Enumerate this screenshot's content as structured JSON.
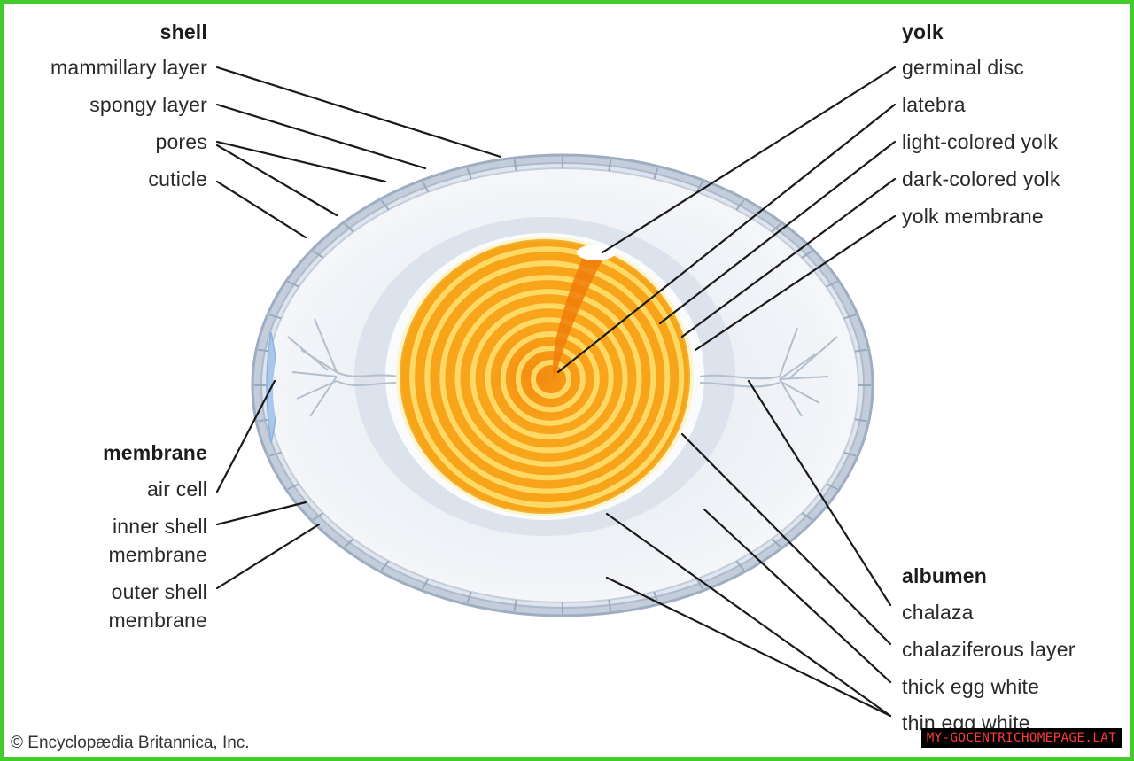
{
  "groups": {
    "shell": {
      "heading": "shell",
      "labels": [
        "mammillary layer",
        "spongy layer",
        "pores",
        "cuticle"
      ]
    },
    "membrane": {
      "heading": "membrane",
      "labels": [
        "air cell",
        "inner shell\nmembrane",
        "outer shell\nmembrane"
      ]
    },
    "yolk": {
      "heading": "yolk",
      "labels": [
        "germinal disc",
        "latebra",
        "light-colored yolk",
        "dark-colored yolk",
        "yolk membrane"
      ]
    },
    "albumen": {
      "heading": "albumen",
      "labels": [
        "chalaza",
        "chalaziferous layer",
        "thick egg white",
        "thin egg white"
      ]
    }
  },
  "credit": "© Encyclopædia Britannica, Inc.",
  "watermark": "MY-GOCENTRICHOMEPAGE.LAT",
  "colors": {
    "frame": "#44cc2c",
    "shell": "#b9c6d6",
    "albumen": "#eef1f5",
    "yolk_dark": "#f7a81c",
    "yolk_light": "#ffd95e",
    "leader": "#1a1a1a"
  }
}
